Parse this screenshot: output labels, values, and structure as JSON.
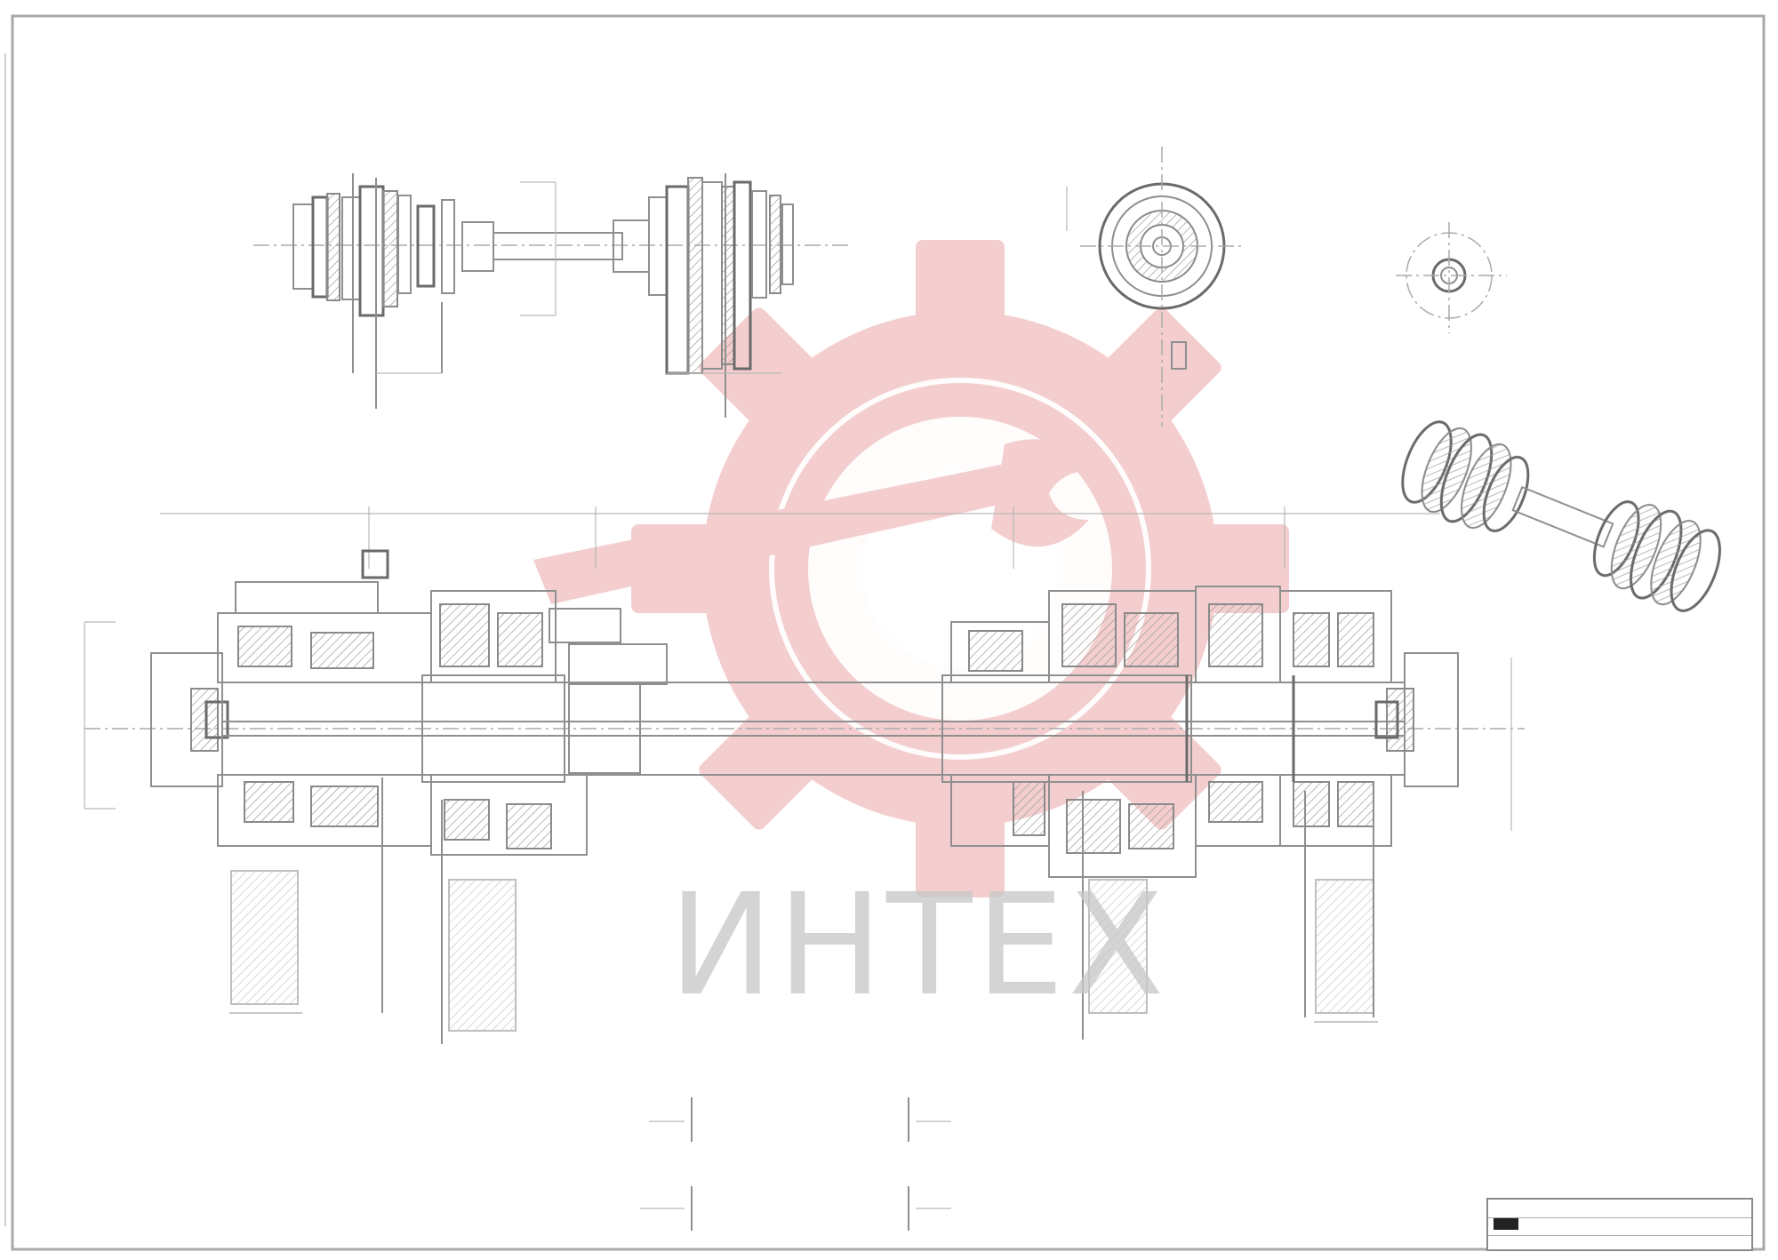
{
  "drawing": {
    "watermark": {
      "brand_text": "ИНТЕХ",
      "logo": "gear-and-wrench",
      "color_logo": "#f2c4c4",
      "color_text": "#c8c8c8"
    },
    "line_color": "#8f8f8f",
    "views": [
      "top-assembly-view",
      "side-view-circle",
      "side-view-small-circle",
      "isometric-view",
      "main-section-view",
      "detail-section-views"
    ],
    "title_block": {}
  }
}
